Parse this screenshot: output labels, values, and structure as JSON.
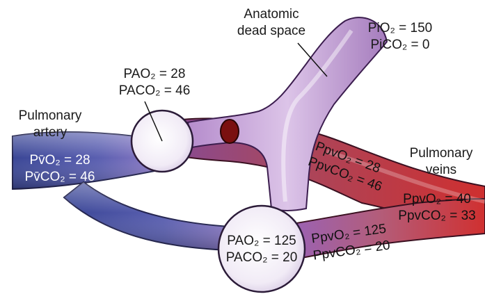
{
  "labels": {
    "anatomic_dead_space": {
      "line1": "Anatomic",
      "line2": "dead space"
    },
    "pulmonary_artery": {
      "line1": "Pulmonary",
      "line2": "artery"
    },
    "pulmonary_veins": {
      "line1": "Pulmonary",
      "line2": "veins"
    }
  },
  "inspired": {
    "o2": "PiO₂ = 150",
    "co2": "PiCO₂ = 0"
  },
  "alveolus_upper": {
    "o2": "PAO₂ = 28",
    "co2": "PACO₂ = 46"
  },
  "alveolus_lower": {
    "o2": "PAO₂ = 125",
    "co2": "PACO₂ = 20"
  },
  "artery_values": {
    "o2": "Pv̄O₂ = 28",
    "co2": "Pv̄CO₂ = 46"
  },
  "vein_upper": {
    "o2": "PpvO₂ = 28",
    "co2": "PpvCO₂ = 46"
  },
  "vein_lower": {
    "o2": "PpvO₂ = 125",
    "co2": "PpvCO₂ = 20"
  },
  "vein_mixed": {
    "o2": "PpvO₂ = 40",
    "co2": "PpvCO₂ = 33"
  },
  "colors": {
    "artery_blue": "#3f4a9c",
    "vein_red": "#c23a3a",
    "airway_lavender": "#c9a6d9",
    "alveolus_fill": "#f3eef7",
    "blockage": "#7a1010"
  }
}
